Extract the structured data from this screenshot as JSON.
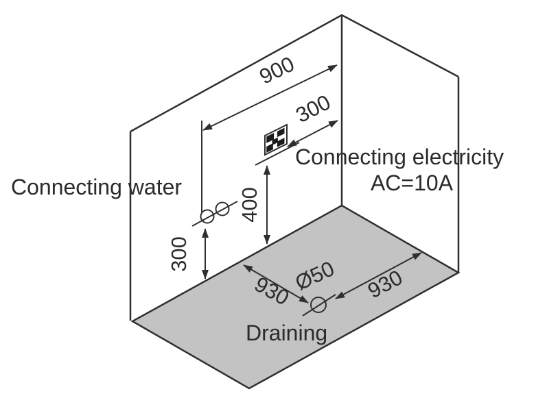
{
  "diagram": {
    "type": "installation-diagram",
    "labels": {
      "connecting_water": "Connecting water",
      "connecting_electricity": "Connecting electricity",
      "ac_rating": "AC=10A",
      "draining": "Draining"
    },
    "dimensions": {
      "wall_width": "900",
      "outlet_offset_from_corner": "300",
      "outlet_height_above_floor": "400",
      "water_inlet_height_above_floor": "300",
      "drain_to_left_wall": "930",
      "drain_to_right_wall": "930",
      "drain_diameter": "Ø50"
    },
    "symbols": {
      "electrical_outlet": "outlet-box-icon",
      "water_inlet": "double-circle-icon",
      "floor_drain": "crossed-circle-icon"
    },
    "colors": {
      "line": "#2f2f2f",
      "floor_fill": "#c3c3c3",
      "background": "#ffffff",
      "text": "#2b2b2b"
    }
  }
}
